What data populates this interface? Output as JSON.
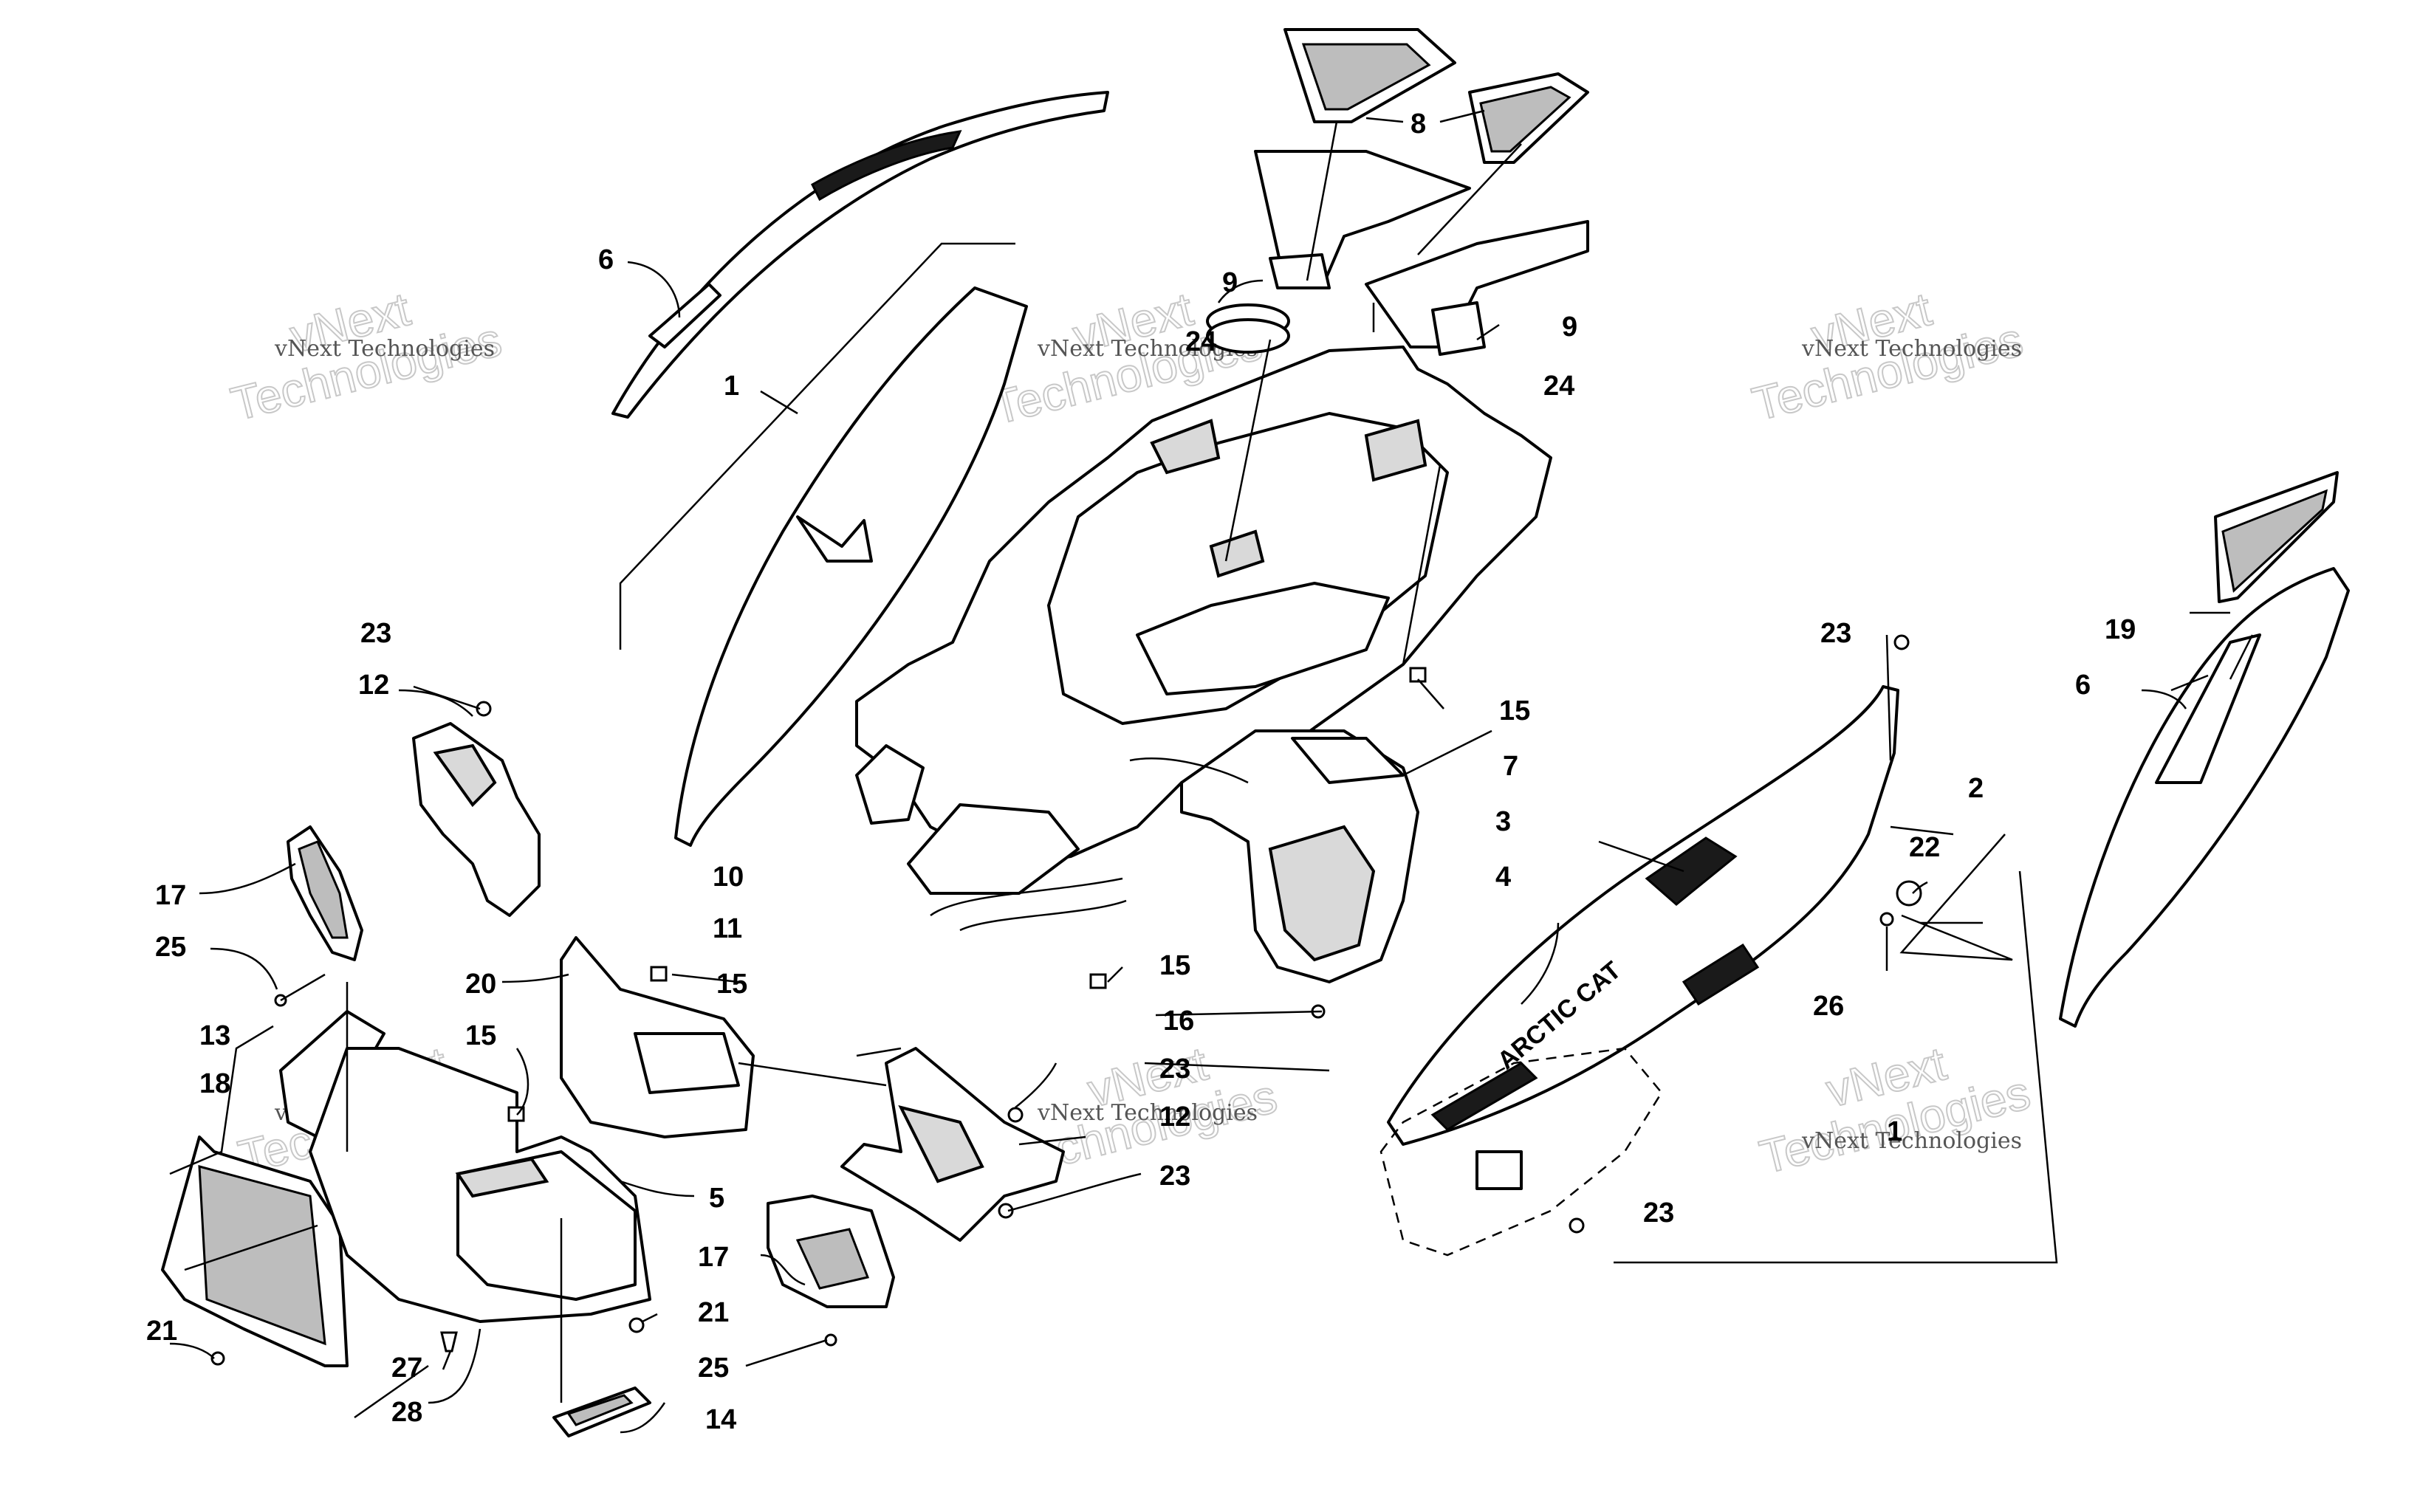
{
  "watermark": {
    "company_line": "vNext Technologies",
    "big_line_1": "vNext",
    "big_line_2": "Technologies"
  },
  "decal_text": "ARCTIC CAT",
  "callouts": {
    "c1a": "1",
    "c1b": "1",
    "c2": "2",
    "c3": "3",
    "c4": "4",
    "c5": "5",
    "c6a": "6",
    "c6b": "6",
    "c7": "7",
    "c8": "8",
    "c9a": "9",
    "c9b": "9",
    "c10": "10",
    "c11": "11",
    "c12a": "12",
    "c12b": "12",
    "c13": "13",
    "c14": "14",
    "c15a": "15",
    "c15b": "15",
    "c15c": "15",
    "c15d": "15",
    "c16": "16",
    "c17a": "17",
    "c17b": "17",
    "c18": "18",
    "c19": "19",
    "c20": "20",
    "c21a": "21",
    "c21b": "21",
    "c22": "22",
    "c23a": "23",
    "c23b": "23",
    "c23c": "23",
    "c23d": "23",
    "c23e": "23",
    "c24a": "24",
    "c24b": "24",
    "c25a": "25",
    "c25b": "25",
    "c26": "26",
    "c27": "27",
    "c28": "28"
  }
}
